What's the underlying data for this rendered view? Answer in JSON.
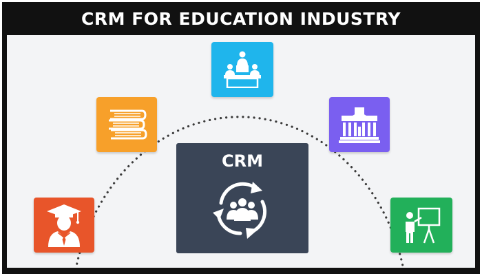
{
  "title": "CRM FOR EDUCATION INDUSTRY",
  "center": {
    "label": "CRM",
    "icon": "people-cycle-icon"
  },
  "nodes": [
    {
      "name": "graduate-student",
      "icon": "graduate-icon",
      "color": "#e8552a"
    },
    {
      "name": "books",
      "icon": "books-icon",
      "color": "#f7a02a"
    },
    {
      "name": "lecture-hall",
      "icon": "podium-speaker-icon",
      "color": "#1fb5ec"
    },
    {
      "name": "university",
      "icon": "university-building-icon",
      "color": "#7a5ff0"
    },
    {
      "name": "teacher",
      "icon": "teacher-board-icon",
      "color": "#22b05a"
    }
  ],
  "colors": {
    "frame": "#111111",
    "panel": "#f3f4f6",
    "center_box": "#3a4557",
    "dotted_line": "#3a3a3a"
  }
}
